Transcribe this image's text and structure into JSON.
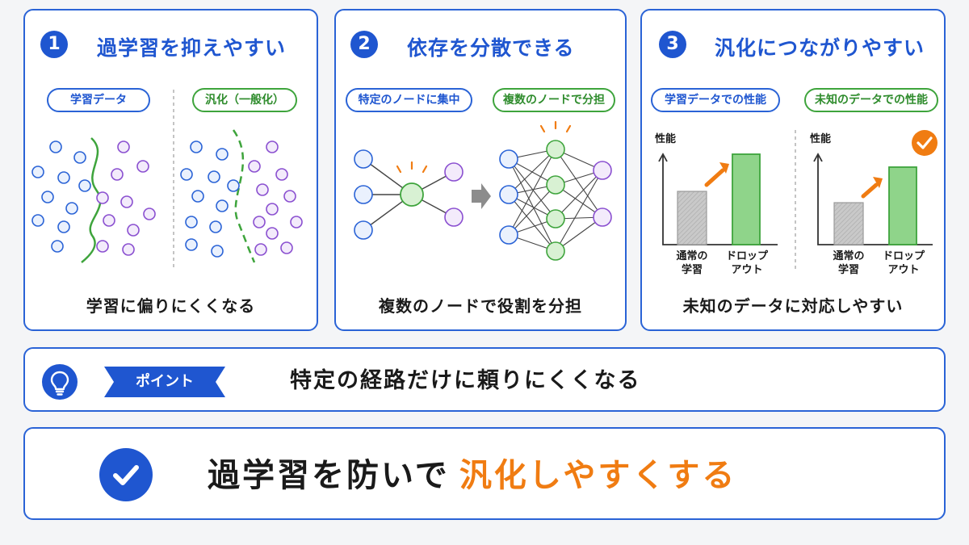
{
  "colors": {
    "primary": "#1f56d0",
    "green": "#3ea43c",
    "purple": "#8a4fd0",
    "orange": "#f07c12",
    "gray_bar": "#bdbdbd"
  },
  "cards": [
    {
      "number": "1",
      "title": "過学習を抑えやすい",
      "left_pill": "学習データ",
      "right_pill": "汎化（一般化）",
      "caption": "学習に偏りにくくなる"
    },
    {
      "number": "2",
      "title": "依存を分散できる",
      "left_pill": "特定のノードに集中",
      "right_pill": "複数のノードで分担",
      "caption": "複数のノードで役割を分担"
    },
    {
      "number": "3",
      "title": "汎化につながりやすい",
      "left_pill": "学習データでの性能",
      "right_pill": "未知のデータでの性能",
      "caption": "未知のデータに対応しやすい",
      "y_axis_label": "性能",
      "bar_labels": [
        "通常の\n学習",
        "ドロップ\nアウト"
      ]
    }
  ],
  "point": {
    "tag": "ポイント",
    "text": "特定の経路だけに頼りにくくなる",
    "icon": "lightbulb-icon"
  },
  "conclusion": {
    "text_main": "過学習を防いで",
    "text_accent": "汎化しやすくする",
    "icon": "check-icon"
  }
}
